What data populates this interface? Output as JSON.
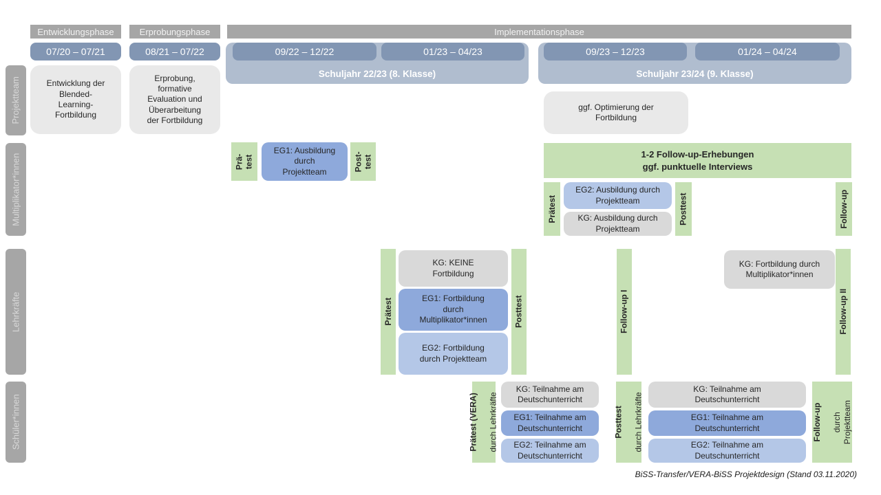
{
  "colors": {
    "phase_gray": "#a6a6a6",
    "period_blue": "#8296b3",
    "schoolyear_blue": "#b0bdcf",
    "light_gray_box": "#e9e9e9",
    "kg_gray": "#d9d9d9",
    "eg1_blue": "#8ea9db",
    "eg2_blue": "#b4c7e7",
    "test_green": "#c6e0b4"
  },
  "header": {
    "phases": [
      "Entwicklungsphase",
      "Erprobungsphase",
      "Implementationsphase"
    ],
    "periods": [
      "07/20 – 07/21",
      "08/21 – 07/22",
      "09/22 – 12/22",
      "01/23 – 04/23",
      "09/23 – 12/23",
      "01/24 – 04/24"
    ],
    "school_years": [
      "Schuljahr 22/23 (8. Klasse)",
      "Schuljahr 23/24 (9. Klasse)"
    ]
  },
  "sidebar": {
    "rows": [
      "Projektteam",
      "Multiplikator*innen",
      "Lehrkräfte",
      "Schüler*innen"
    ]
  },
  "projektteam": {
    "entwicklung": "Entwicklung der\nBlended-\nLearning-\nFortbildung",
    "erprobung": "Erprobung,\nformative\nEvaluation und\nÜberarbeitung\nder Fortbildung",
    "optimierung": "ggf. Optimierung der\nFortbildung"
  },
  "multiplikatoren": {
    "praetest1": "Prä-\ntest",
    "eg1": "EG1: Ausbildung\ndurch\nProjektteam",
    "posttest1": "Post-\ntest",
    "followup_info": "1-2 Follow-up-Erhebungen\nggf. punktuelle Interviews",
    "praetest2": "Prätest",
    "eg2": "EG2: Ausbildung durch\nProjektteam",
    "kg": "KG: Ausbildung durch\nProjektteam",
    "posttest2": "Posttest",
    "followup": "Follow-up"
  },
  "lehrkraefte": {
    "praetest": "Prätest",
    "kg": "KG: KEINE\nFortbildung",
    "eg1": "EG1: Fortbildung\ndurch\nMultiplikator*innen",
    "eg2": "EG2: Fortbildung\ndurch Projektteam",
    "posttest": "Posttest",
    "followup1": "Follow-up I",
    "kg2": "KG: Fortbildung durch\nMultiplikator*innen",
    "followup2": "Follow-up II"
  },
  "schueler": {
    "praetest": {
      "title": "Prätest (VERA)",
      "sub": "durch Lehrkräfte"
    },
    "kg1": "KG: Teilnahme am\nDeutschunterricht",
    "eg1a": "EG1: Teilnahme am\nDeutschunterricht",
    "eg2a": "EG2: Teilnahme am\nDeutschunterricht",
    "posttest": {
      "title": "Posttest",
      "sub": "durch Lehrkräfte"
    },
    "kg2": "KG: Teilnahme am\nDeutschunterricht",
    "eg1b": "EG1: Teilnahme am\nDeutschunterricht",
    "eg2b": "EG2: Teilnahme am\nDeutschunterricht",
    "followup": {
      "title": "Follow-up",
      "sub": "durch\nProjektteam"
    }
  },
  "caption": "BiSS-Transfer/VERA-BiSS Projektdesign (Stand 03.11.2020)"
}
